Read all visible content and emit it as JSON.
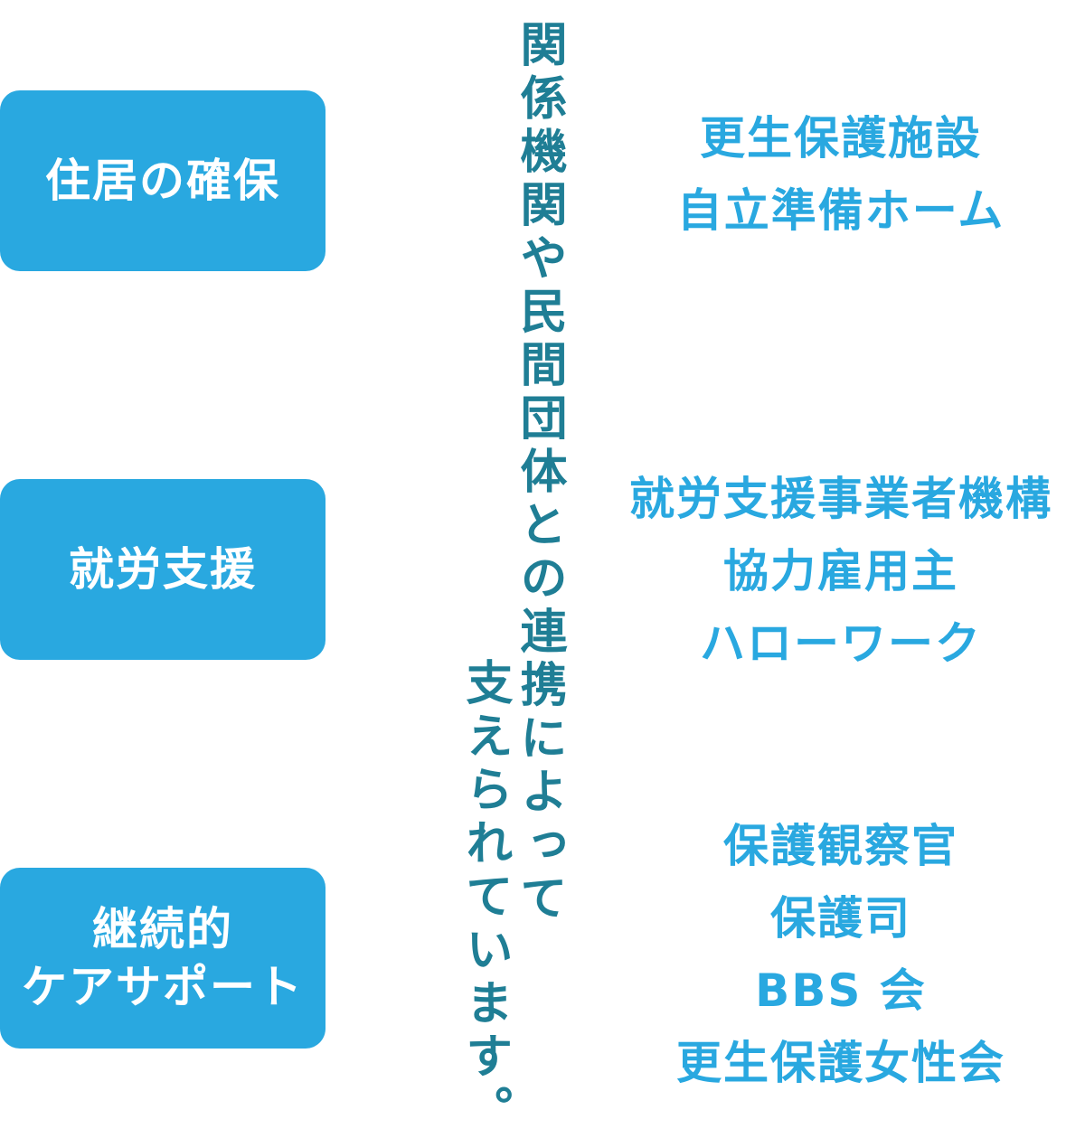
{
  "categories": [
    {
      "lines": [
        "住居の確保"
      ]
    },
    {
      "lines": [
        "就労支援"
      ]
    },
    {
      "lines": [
        "継続的",
        "ケアサポート"
      ]
    }
  ],
  "center_text": {
    "column1": "関係機関や民間団体との連携によって",
    "column2": "支えられています。"
  },
  "organizations": {
    "housing": [
      "更生保護施設",
      "自立準備ホーム"
    ],
    "employment": [
      "就労支援事業者機構",
      "協力雇用主",
      "ハローワーク"
    ],
    "care": [
      "保護観察官",
      "保護司",
      "BBS 会",
      "更生保護女性会"
    ]
  },
  "colors": {
    "box_bg": "#29a8e0",
    "box_text": "#ffffff",
    "center_text": "#1f7e95",
    "org_text": "#29a8e0"
  }
}
